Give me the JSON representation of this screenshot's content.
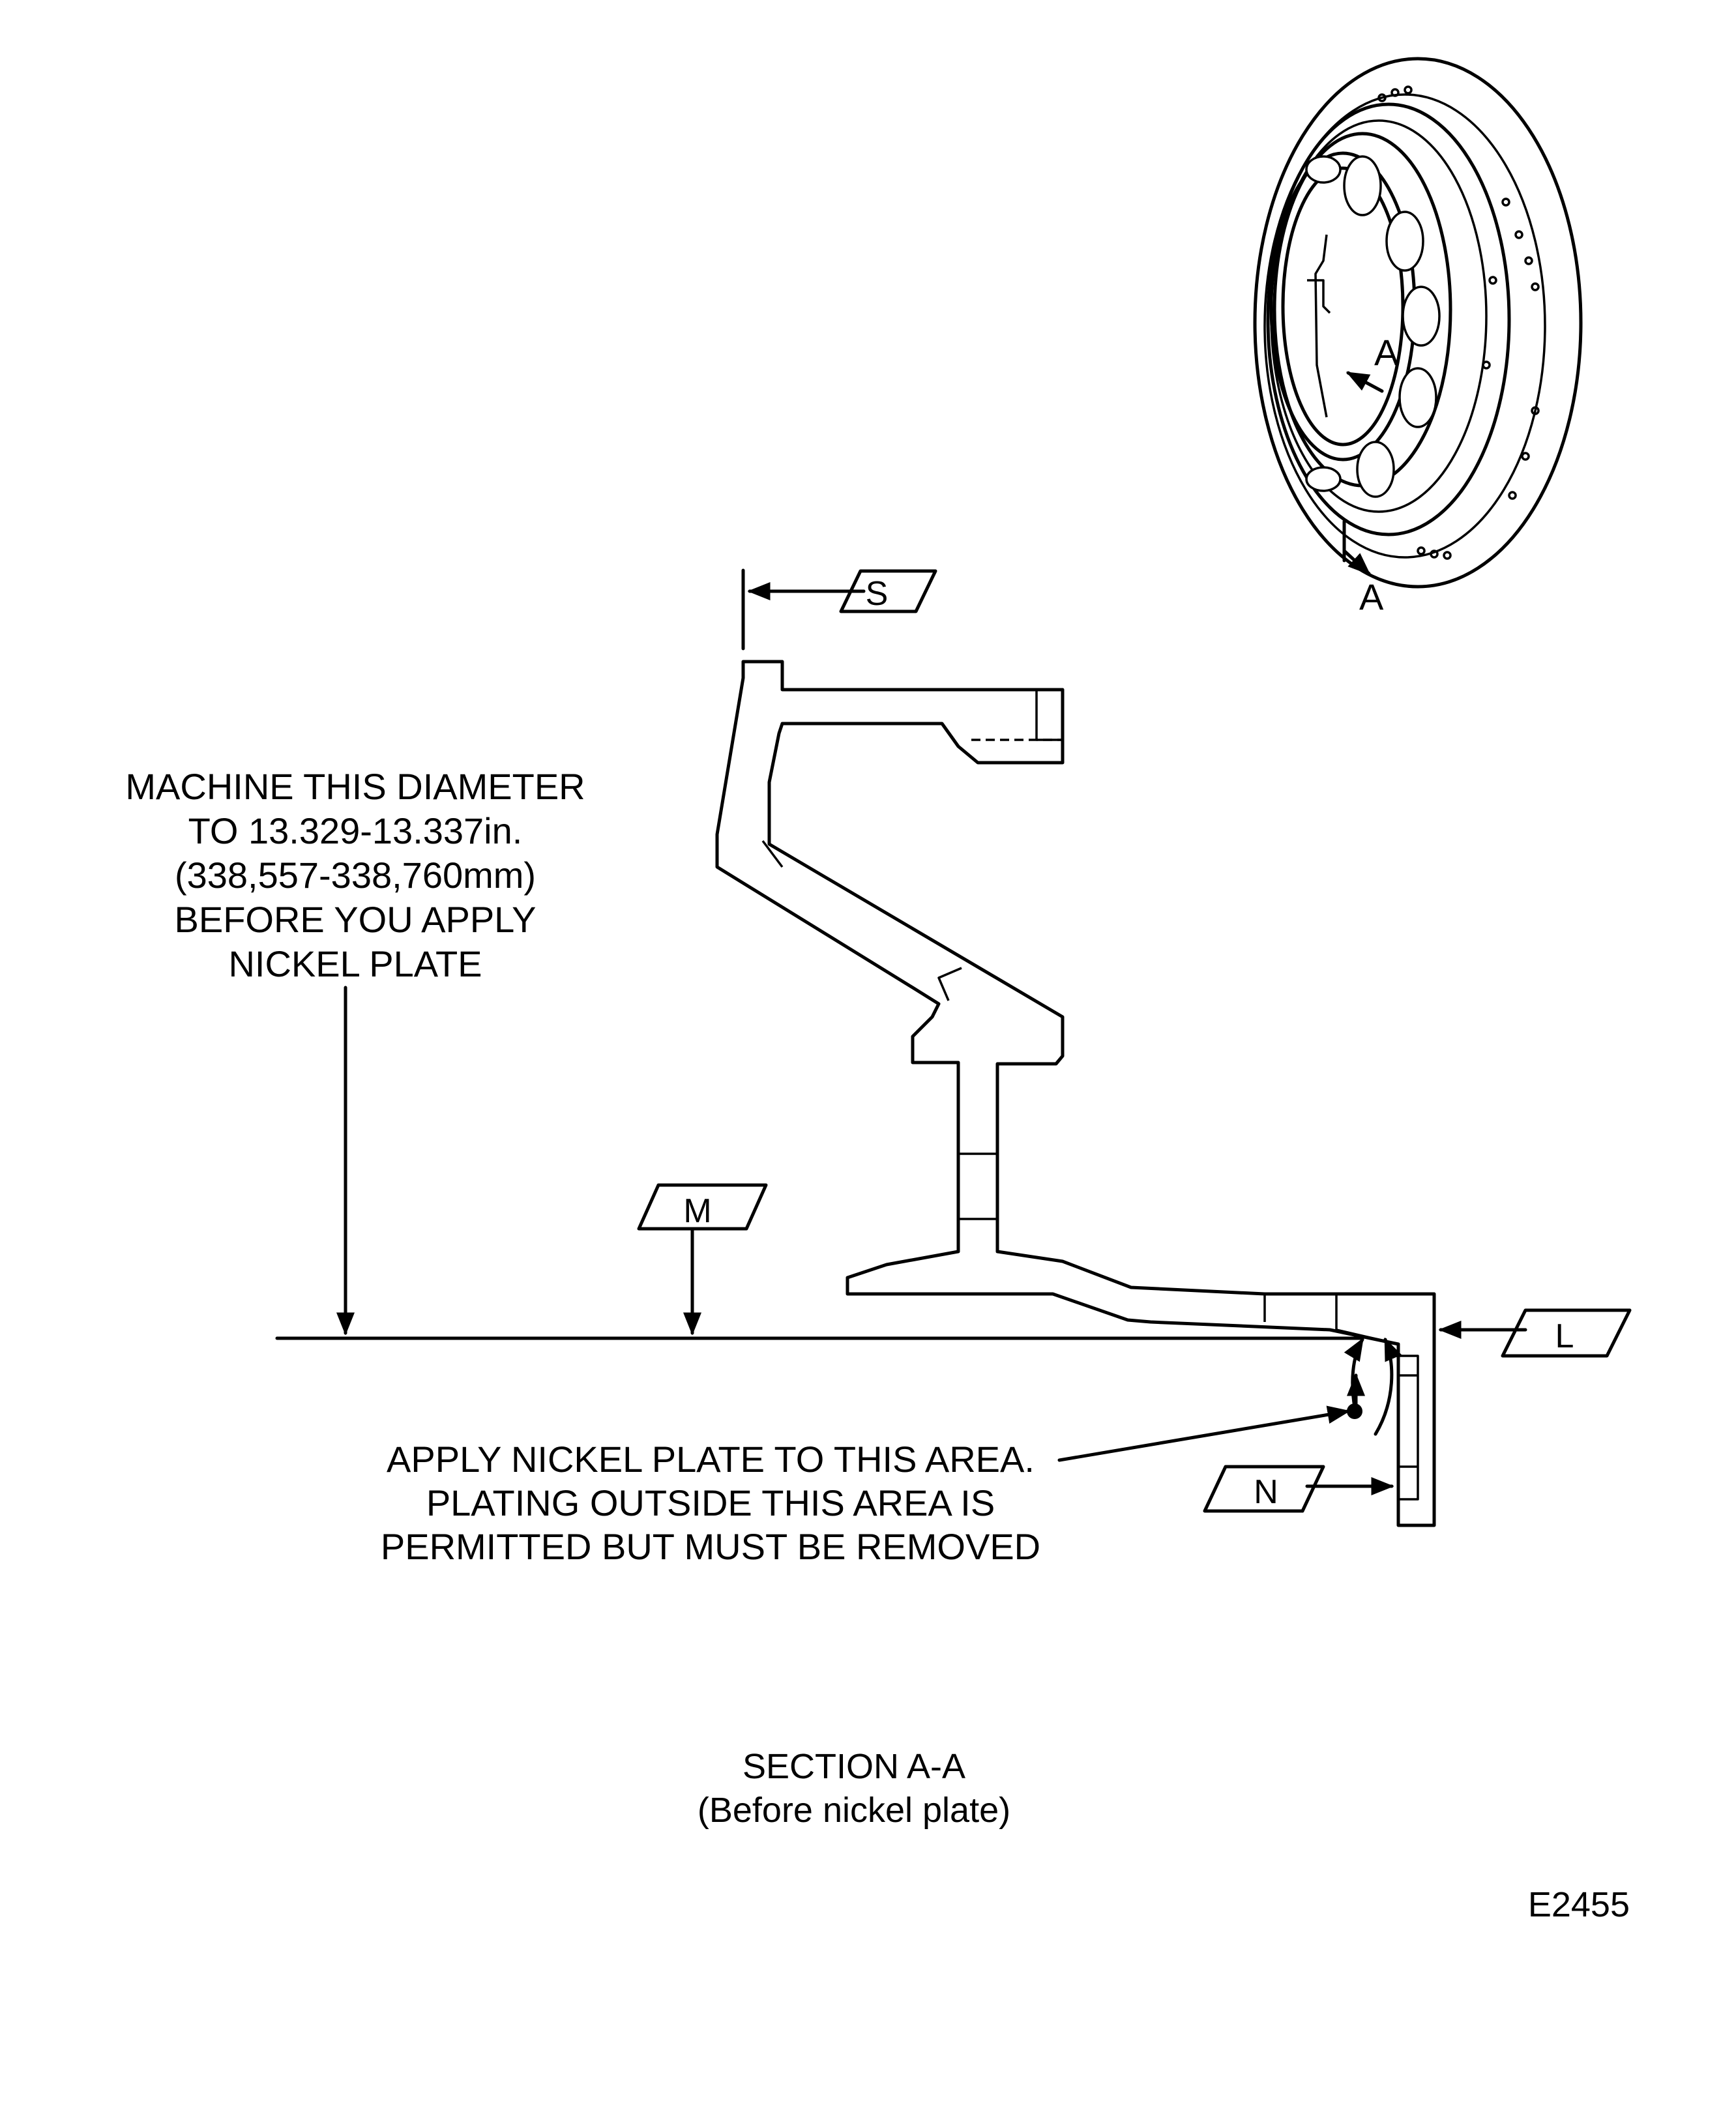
{
  "callouts": {
    "machine_note": [
      "MACHINE THIS DIAMETER",
      "TO 13.329-13.337in.",
      "(338,557-338,760mm)",
      "BEFORE YOU APPLY",
      "NICKEL PLATE"
    ],
    "plate_note": [
      "APPLY NICKEL PLATE TO THIS AREA.",
      "PLATING OUTSIDE THIS AREA IS",
      "PERMITTED BUT MUST BE REMOVED"
    ]
  },
  "datum_tags": {
    "s": "S",
    "m": "M",
    "l": "L",
    "n": "N"
  },
  "section_marks": {
    "upper": "A",
    "lower": "A"
  },
  "caption": {
    "title": "SECTION A-A",
    "subtitle": "(Before nickel plate)"
  },
  "figure_id": "E2455"
}
